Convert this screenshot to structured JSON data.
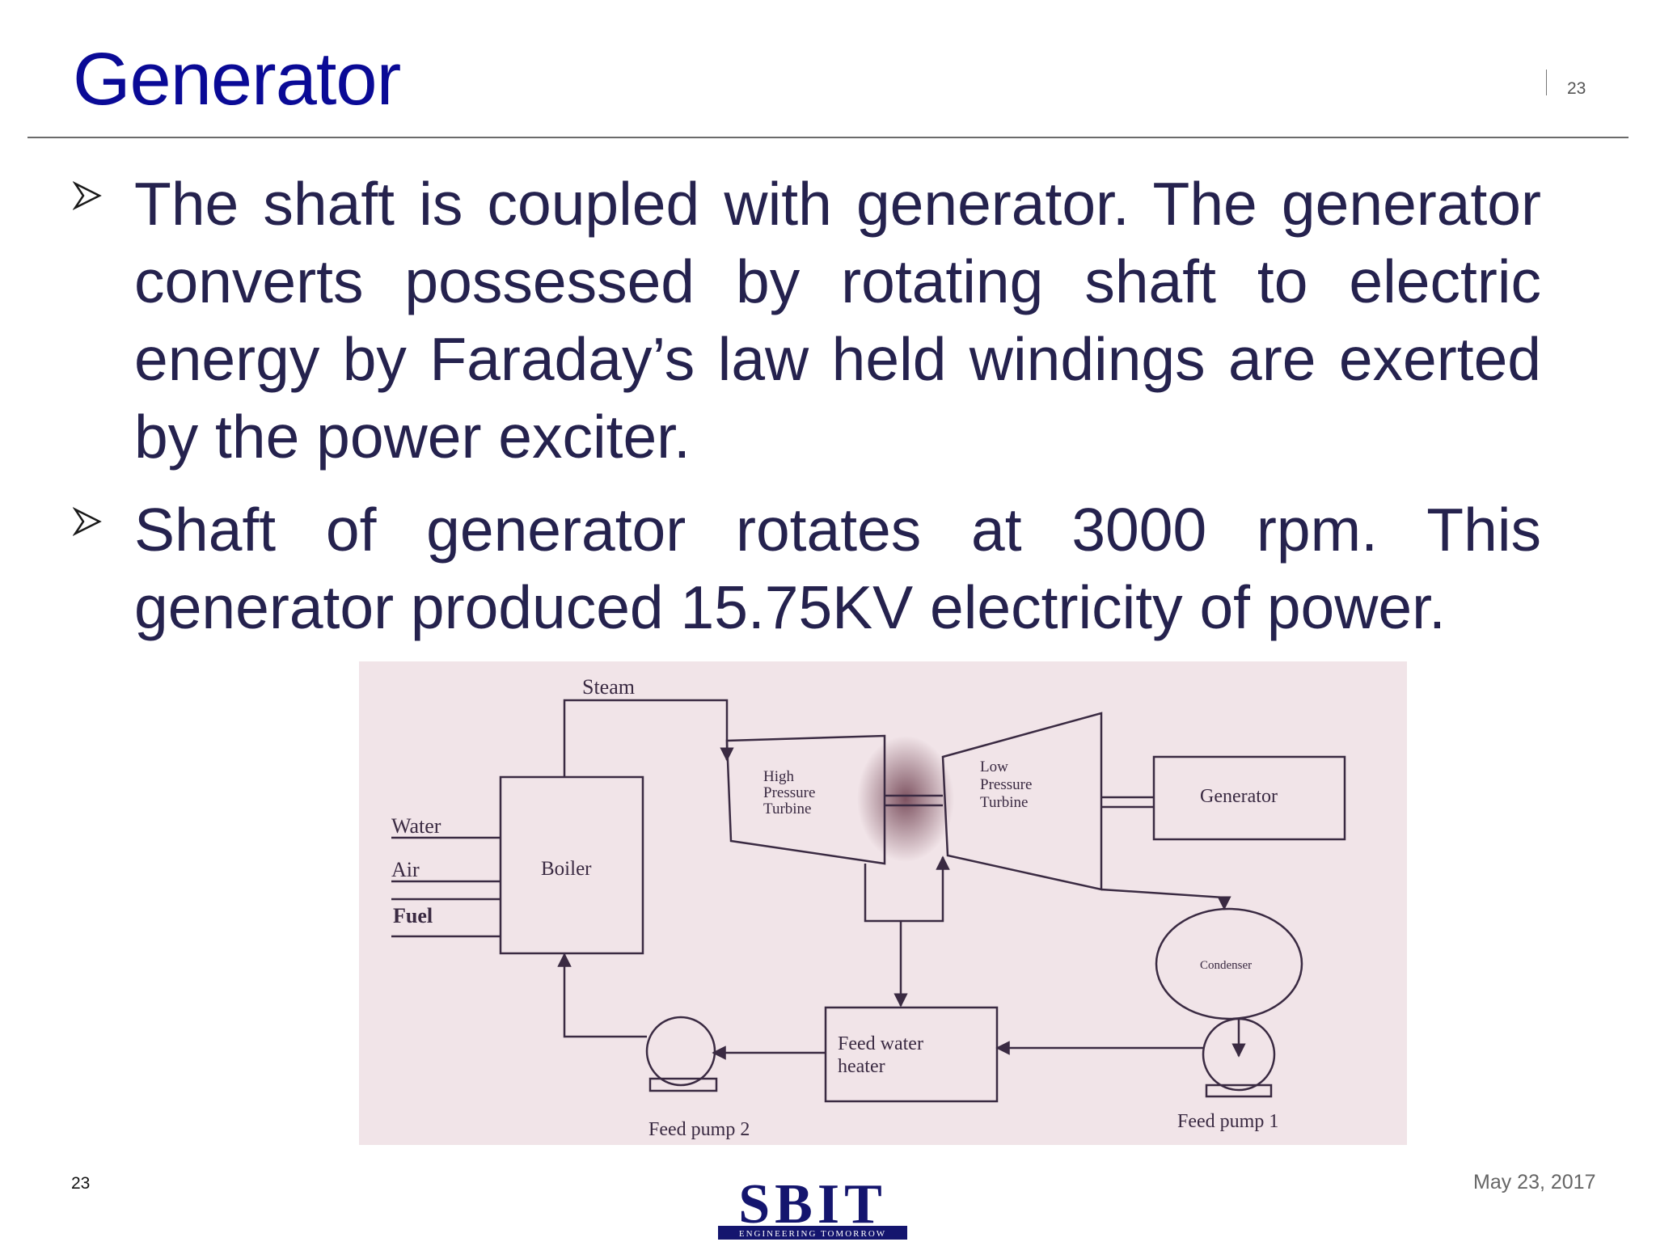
{
  "slide": {
    "title": "Generator",
    "corner_number": "23",
    "footer_number": "23",
    "date": "May 23, 2017"
  },
  "bullets": [
    "The shaft is coupled with generator. The generator converts possessed by rotating shaft to electric energy by Faraday’s law held windings are exerted by the power exciter.",
    "Shaft of generator rotates at 3000 rpm. This generator produced 15.75KV electricity of power."
  ],
  "diagram": {
    "steam": "Steam",
    "water": "Water",
    "air": "Air",
    "fuel": "Fuel",
    "boiler": "Boiler",
    "hp_turbine_1": "High",
    "hp_turbine_2": "Pressure",
    "hp_turbine_3": "Turbine",
    "lp_turbine_1": "Low",
    "lp_turbine_2": "Pressure",
    "lp_turbine_3": "Turbine",
    "generator": "Generator",
    "condenser": "Condenser",
    "fwh_1": "Feed water",
    "fwh_2": "heater",
    "feed_pump_2": "Feed pump 2",
    "feed_pump_1": "Feed pump 1"
  },
  "logo": {
    "name": "SBIT",
    "tagline": "ENGINEERING TOMORROW"
  }
}
